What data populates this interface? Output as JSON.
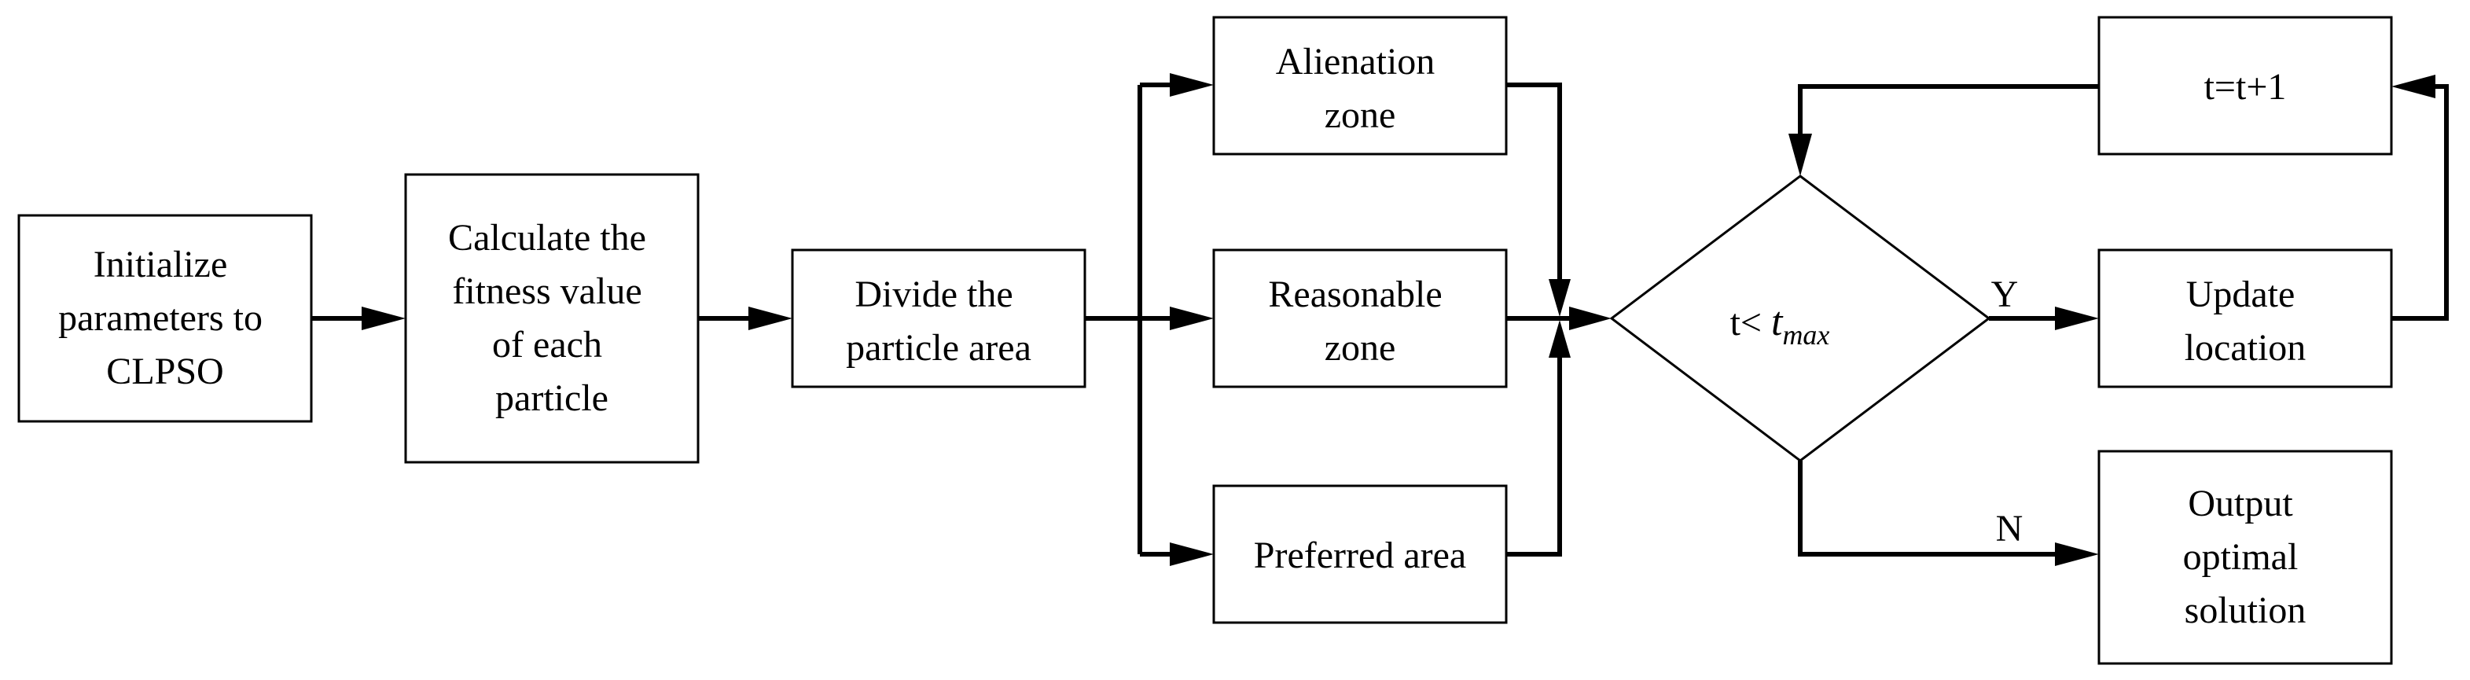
{
  "nodes": {
    "initialize": {
      "lines": [
        "Initialize",
        "parameters to",
        "CLPSO"
      ]
    },
    "fitness": {
      "lines": [
        "Calculate the",
        "fitness value",
        "of each",
        "particle"
      ]
    },
    "divide": {
      "lines": [
        "Divide the",
        "particle area"
      ]
    },
    "alienation": {
      "lines": [
        "Alienation",
        "zone"
      ]
    },
    "reasonable": {
      "lines": [
        "Reasonable",
        "zone"
      ]
    },
    "preferred": {
      "lines": [
        "Preferred area"
      ]
    },
    "decision": {
      "prefix": "t<",
      "var": "t",
      "sub": "max"
    },
    "update": {
      "lines": [
        "Update",
        "location"
      ]
    },
    "increment": {
      "lines": [
        "t=t+1"
      ]
    },
    "output": {
      "lines": [
        "Output",
        "optimal",
        "solution"
      ]
    }
  },
  "branches": {
    "yes": "Y",
    "no": "N"
  }
}
